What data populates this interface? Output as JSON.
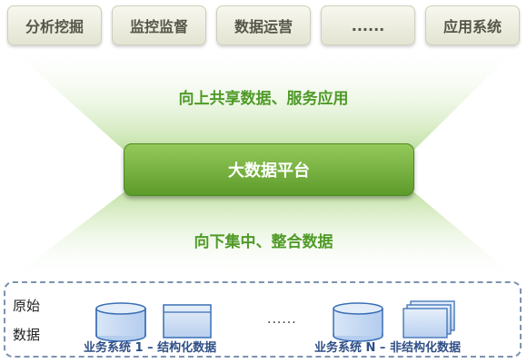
{
  "top_apps": [
    "分析挖掘",
    "监控监督",
    "数据运营",
    "......",
    "应用系统"
  ],
  "up_caption": "向上共享数据、服务应用",
  "platform_label": "大数据平台",
  "down_caption": "向下集中、整合数据",
  "data_source": {
    "label_line1": "原始",
    "label_line2": "数据",
    "system1": "业务系统 1 – 结构化数据",
    "ellipsis": "......",
    "systemN": "业务系统 N – 非结构化数据"
  },
  "colors": {
    "green_text": "#4f9a28",
    "platform_green": "#6aaa33",
    "blue_icon": "#3a6fb5",
    "dash_border": "#7d92b0"
  }
}
